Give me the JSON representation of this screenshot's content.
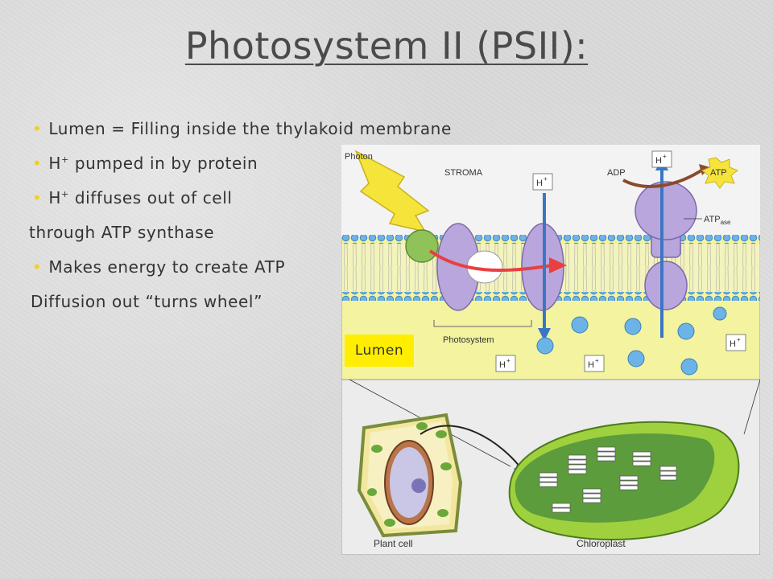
{
  "slide": {
    "title": "Photosystem II (PSII):",
    "bullets": [
      {
        "text": "Lumen = Filling inside the thylakoid membrane"
      },
      {
        "pre": "H",
        "sup": "+",
        "post": " pumped in by protein"
      },
      {
        "pre": "H",
        "sup": "+",
        "post": " diffuses out of cell"
      },
      {
        "text": " through ATP synthase"
      },
      {
        "text": "Makes energy to create ATP"
      },
      {
        "text": "Diffusion out “turns wheel”"
      }
    ]
  },
  "figure": {
    "labels": {
      "photon": "Photon",
      "stroma": "STROMA",
      "adp": "ADP",
      "atp": "ATP",
      "atpase_base": "ATP",
      "atpase_sub": "ase",
      "photosystem": "Photosystem",
      "h": "H",
      "plus": "+",
      "plant_cell": "Plant cell",
      "chloroplast": "Chloroplast"
    },
    "lumen_tag": "Lumen",
    "colors": {
      "stroma_bg": "#f3f3f3",
      "lumen_bg": "#f3f3a0",
      "protein_purple": "#b9a6dc",
      "green_protein": "#8fc258",
      "membrane_bead": "#6cb3e8",
      "arrow_blue": "#3b76c4",
      "arrow_red": "#e84040",
      "photon_yellow": "#f5e43a",
      "tag_yellow": "#ffee00"
    }
  }
}
